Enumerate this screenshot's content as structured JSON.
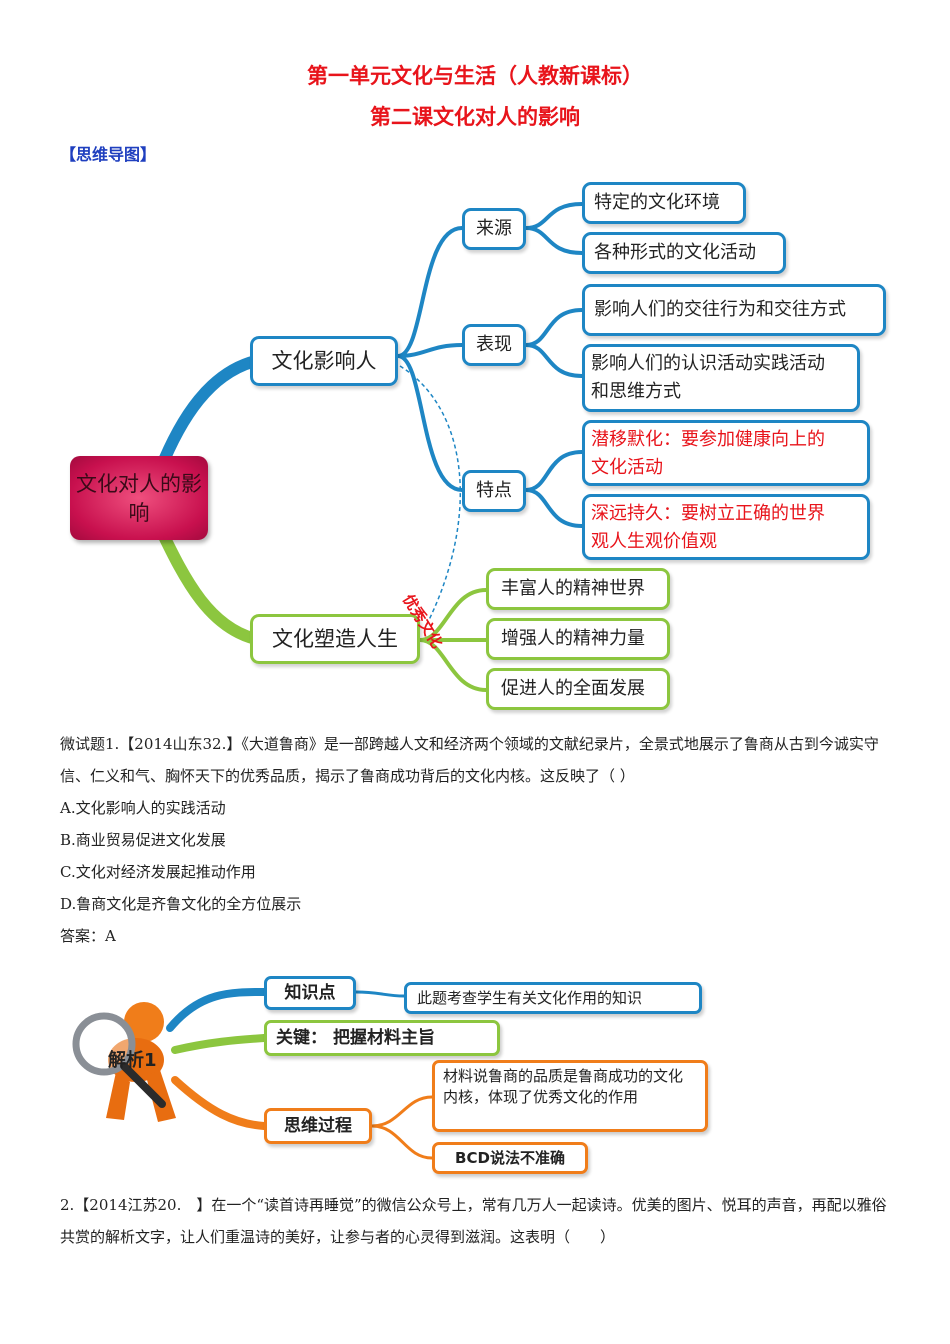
{
  "title": "第一单元文化与生活（人教新课标）",
  "subtitle": "第二课文化对人的影响",
  "section_label": "【思维导图】",
  "mindmap": {
    "root": "文化对人的影响",
    "branch1": "文化影响人",
    "branch2": "文化塑造人生",
    "source": "来源",
    "source_items": [
      "特定的文化环境",
      "各种形式的文化活动"
    ],
    "manifest": "表现",
    "manifest_items": [
      "影响人们的交往行为和交往方式",
      "影响人们的认识活动实践活动和思维方式"
    ],
    "feature": "特点",
    "feature_items": [
      "潜移默化：要参加健康向上的文化活动",
      "深远持久：要树立正确的世界观人生观价值观"
    ],
    "link_label": "优秀文化",
    "shape_items": [
      "丰富人的精神世界",
      "增强人的精神力量",
      "促进人的全面发展"
    ]
  },
  "question1": {
    "stem": "微试题1.【2014山东32.】《大道鲁商》是一部跨越人文和经济两个领域的文献纪录片，全景式地展示了鲁商从古到今诚实守信、仁义和气、胸怀天下的优秀品质，揭示了鲁商成功背后的文化内核。这反映了（ ）",
    "options": [
      "A.文化影响人的实践活动",
      "B.商业贸易促进文化发展",
      "C.文化对经济发展起推动作用",
      "D.鲁商文化是齐鲁文化的全方位展示"
    ],
    "answer": "答案：A"
  },
  "analysis": {
    "figure_label": "解析1",
    "knowledge_label": "知识点",
    "knowledge_text": "此题考查学生有关文化作用的知识",
    "key_label": "关键：",
    "key_text": "把握材料主旨",
    "process_label": "思维过程",
    "process_text": "材料说鲁商的品质是鲁商成功的文化内核，体现了优秀文化的作用",
    "bcd_text": "BCD说法不准确"
  },
  "question2": {
    "stem": "2.【2014江苏20.　】在一个“读首诗再睡觉”的微信公众号上，常有几万人一起读诗。优美的图片、悦耳的声音，再配以雅俗共赏的解析文字，让人们重温诗的美好，让参与者的心灵得到滋润。这表明（　　）"
  },
  "colors": {
    "title": "#e8141b",
    "label": "#1f3fbf",
    "blue": "#1e86c4",
    "green": "#8cc63f",
    "orange": "#f07d1a"
  }
}
